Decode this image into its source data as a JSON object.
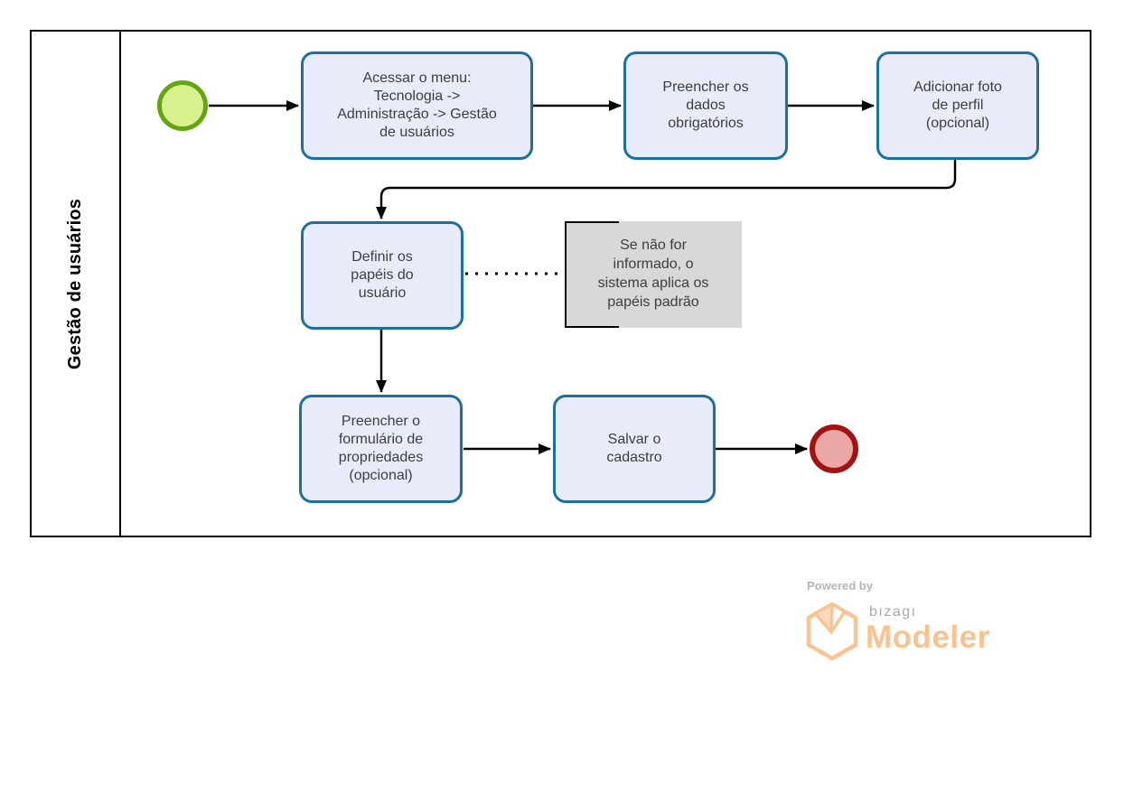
{
  "pool": {
    "label": "Gestão de usuários"
  },
  "nodes": {
    "task1": {
      "label": "Acessar o menu:\nTecnologia ->\nAdministração -> Gestão\nde usuários"
    },
    "task2": {
      "label": "Preencher os\ndados\nobrigatórios"
    },
    "task3": {
      "label": "Adicionar foto\nde perfil\n(opcional)"
    },
    "task4": {
      "label": "Definir os\npapéis do\nusuário"
    },
    "task5": {
      "label": "Preencher o\nformulário de\npropriedades\n(opcional)"
    },
    "task6": {
      "label": "Salvar o\ncadastro"
    },
    "annotation": {
      "label": "Se não for\ninformado, o\nsistema aplica os\npapéis padrão"
    }
  },
  "footer": {
    "powered_by": "Powered by",
    "brand": "bızagı",
    "product": "Modeler"
  },
  "colors": {
    "task_fill": "#e8ecfa",
    "task_border": "#1d6f9e",
    "start_event_fill": "#d8f18c",
    "start_event_border": "#61a513",
    "end_event_fill": "#eba6a6",
    "end_event_border": "#a31212",
    "annotation_fill": "#d8d8d8",
    "flow_line": "#000000",
    "text": "#3d3d3d",
    "logo_orange": "#f9c28e",
    "logo_gray": "#a9a9a9"
  }
}
